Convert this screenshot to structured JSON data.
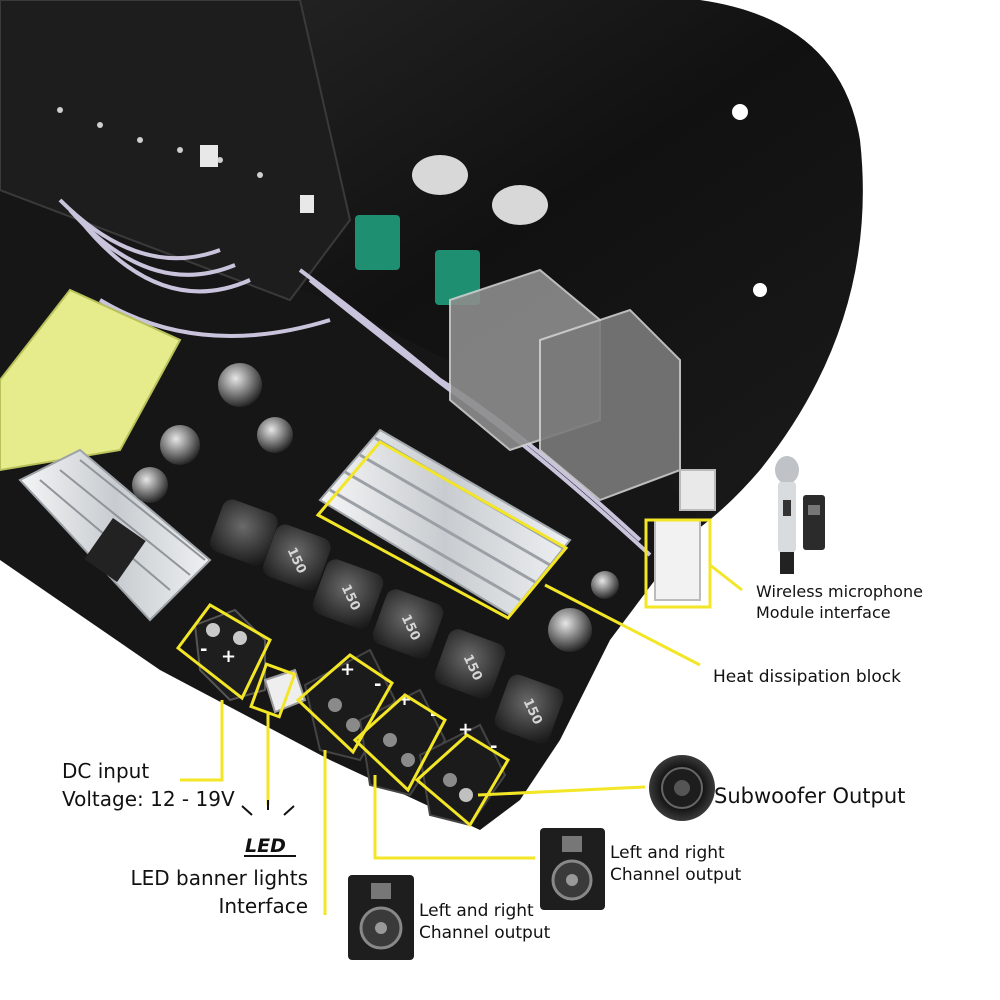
{
  "labels": {
    "wireless": {
      "line1": "Wireless microphone",
      "line2": "Module interface"
    },
    "heat": "Heat dissipation block",
    "subwoofer": "Subwoofer Output",
    "dc": {
      "line1": "DC input",
      "line2": "Voltage: 12 - 19V"
    },
    "led": {
      "line1": "LED banner lights",
      "line2": "Interface"
    },
    "channel_right": {
      "line1": "Left and right",
      "line2": "Channel output"
    },
    "channel_left": {
      "line1": "Left and right",
      "line2": "Channel output"
    }
  },
  "board_marks": {
    "inductor": "150",
    "led_icon": "LED",
    "plus": "+",
    "minus": "-"
  },
  "colors": {
    "highlight": "#f2e626",
    "board": "#141414",
    "heatsink": "#d9dcdf",
    "transformer": "#e9ef8c",
    "relay_green": "#1f8f72"
  }
}
